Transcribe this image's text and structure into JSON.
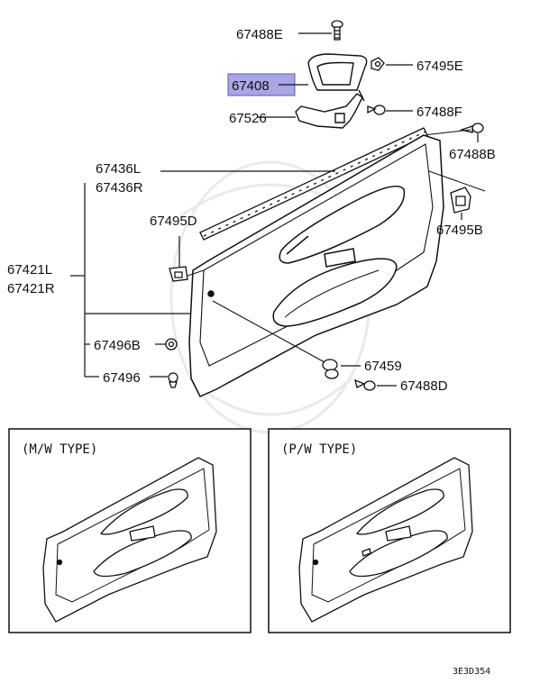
{
  "parts": {
    "p67488E": "67488E",
    "p67495E": "67495E",
    "p67408": "67408",
    "p67526": "67526",
    "p67488F": "67488F",
    "p67488B": "67488B",
    "p67436L": "67436L",
    "p67436R": "67436R",
    "p67495D": "67495D",
    "p67495B": "67495B",
    "p67421L": "67421L",
    "p67421R": "67421R",
    "p67496B": "67496B",
    "p67459": "67459",
    "p67496": "67496",
    "p67488D": "67488D"
  },
  "insets": {
    "mw_type": "(M/W TYPE)",
    "pw_type": "(P/W TYPE)"
  },
  "footer": {
    "code": "3E3D354"
  },
  "colors": {
    "highlight": "#a9a6e6",
    "ink": "#111111"
  }
}
